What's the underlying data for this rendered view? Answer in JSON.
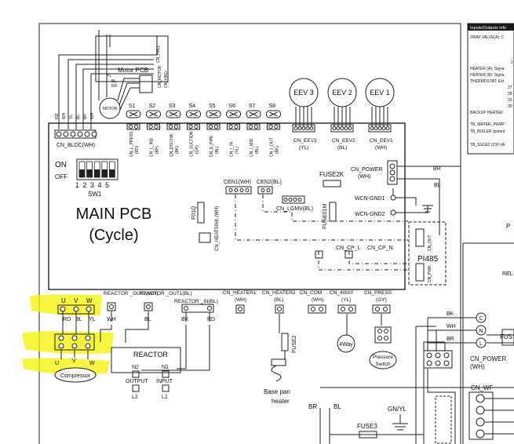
{
  "main_pcb": {
    "title": "MAIN PCB",
    "subtitle": "(Cycle)"
  },
  "motor_pcb": {
    "title": "Motor PCB",
    "motor": "MOTOR",
    "yl": "YL",
    "bl": "BL",
    "rd": "RD",
    "c1": "CN_HALL",
    "c2": "CN_MOTOR",
    "c3": "CN_HRD"
  },
  "cn_bldc": {
    "label": "CN_BLDC(WH)",
    "wires": [
      "RD",
      "WH",
      "YL",
      "BL",
      "BK",
      "WH"
    ]
  },
  "sensors": [
    {
      "s": "S1",
      "cn": "CN_L_PRESS",
      "c": "(RD)"
    },
    {
      "s": "S2",
      "cn": "CN_L_IND",
      "c": "(BR)"
    },
    {
      "s": "S3",
      "cn": "CN_DISCHA",
      "c": "(BK)"
    },
    {
      "s": "S4",
      "cn": "CN_SUCTION",
      "c": "(GR)"
    },
    {
      "s": "S5",
      "cn": "CN_E_PIPE",
      "c": "(BL)"
    },
    {
      "s": "S6",
      "cn": "CN_I_IN",
      "c": "(YL)"
    },
    {
      "s": "S7",
      "cn": "CN_I_MID",
      "c": "(BL)"
    },
    {
      "s": "S8",
      "cn": "CN_I_OUT",
      "c": "(BK)"
    }
  ],
  "eev": [
    {
      "name": "EEV 3",
      "cn": "CN_EEV3",
      "c": "(YL)"
    },
    {
      "name": "EEV 2",
      "cn": "CN_EEV2",
      "c": "(BL)"
    },
    {
      "name": "EEV 1",
      "cn": "CN_EEV1",
      "c": "(WH)"
    }
  ],
  "sw1": {
    "on": "ON",
    "off": "OFF",
    "nums": "1 2 3 4 5",
    "label": "SW1"
  },
  "cen": {
    "c1": "CEN1(WH)",
    "c2": "CEN2(BL)",
    "lgmv": "CN_LGMV(BL)"
  },
  "fuse": {
    "f2k": "FUSE2K",
    "f01m": "FUSE01M",
    "f01q": "F01Q",
    "heatsink": "CN_HEATSINK (WH)",
    "fuse2": "FUSE2",
    "fuse3": "FUSE3"
  },
  "power": {
    "cn": "CN_POWER",
    "c": "(WH)",
    "br": "BR",
    "bl": "BL",
    "gnd1": "WCN-GND1",
    "gnd2": "WCN-GND2"
  },
  "pi485": {
    "label": "PI485",
    "cpl": "CN_CP_L",
    "cpn": "CN_CP_N",
    "out": "CN_OUT",
    "pwr": "CN_PWR"
  },
  "reactor_cn": {
    "out2": "REACTOR _OUT2(WH)",
    "out1": "REACTOR _OUT1(BL)",
    "in": "REACTOR _IN(BL)",
    "wh": "WH",
    "bl": "BL",
    "bk": "BK",
    "rd": "RD"
  },
  "uvw": {
    "u": "U",
    "v": "V",
    "w": "W",
    "rd": "RD",
    "bl": "BL",
    "yl": "YL",
    "compressor": "Compressor"
  },
  "reactor": {
    "title": "REACTOR",
    "n2": "N2",
    "n1": "N1",
    "output": "OUTPUT",
    "input": "INPUT",
    "l2": "L2",
    "l1": "L1"
  },
  "heaters": [
    {
      "cn": "CN_HEATER1",
      "c": "(WH)"
    },
    {
      "cn": "CN_HEATER2",
      "c": "(BL)"
    },
    {
      "cn": "CN_COM",
      "c": "(WH)"
    },
    {
      "cn": "CN_4WAY",
      "c": "(YL)"
    },
    {
      "cn": "CN_PRESS",
      "c": "(GY)"
    }
  ],
  "fourway": "4Way",
  "pressure": {
    "l1": "Pressure",
    "l2": "Switch"
  },
  "basepan": {
    "l1": "Base pan",
    "l2": "heater"
  },
  "terminal": {
    "bk": "BK",
    "wh": "WH",
    "br": "BR",
    "c": "C",
    "n": "N",
    "l": "L",
    "cn_power": "CN_POWER",
    "c2": "(WH)",
    "fus": "FUS",
    "cn_wf": "CN_WF"
  },
  "bottom": {
    "br": "BR",
    "bl": "BL",
    "gnyl": "GN/YL"
  },
  "rel": "REL",
  "p_mark": "P",
  "io_box": {
    "title": "Inputs/Outputs info",
    "lines": [
      "2WAY VALVE(A): C",
      "2",
      "HEATER (A): Signa",
      "HEATER (B): Signa",
      "THERMOSTAT: Ext",
      "27",
      "28",
      "29",
      "30",
      "BACKUP HEATER",
      "TB_WATER_PUMP",
      "TB_BOILER (potent",
      "TB_SG1&2 (230 VA"
    ]
  }
}
